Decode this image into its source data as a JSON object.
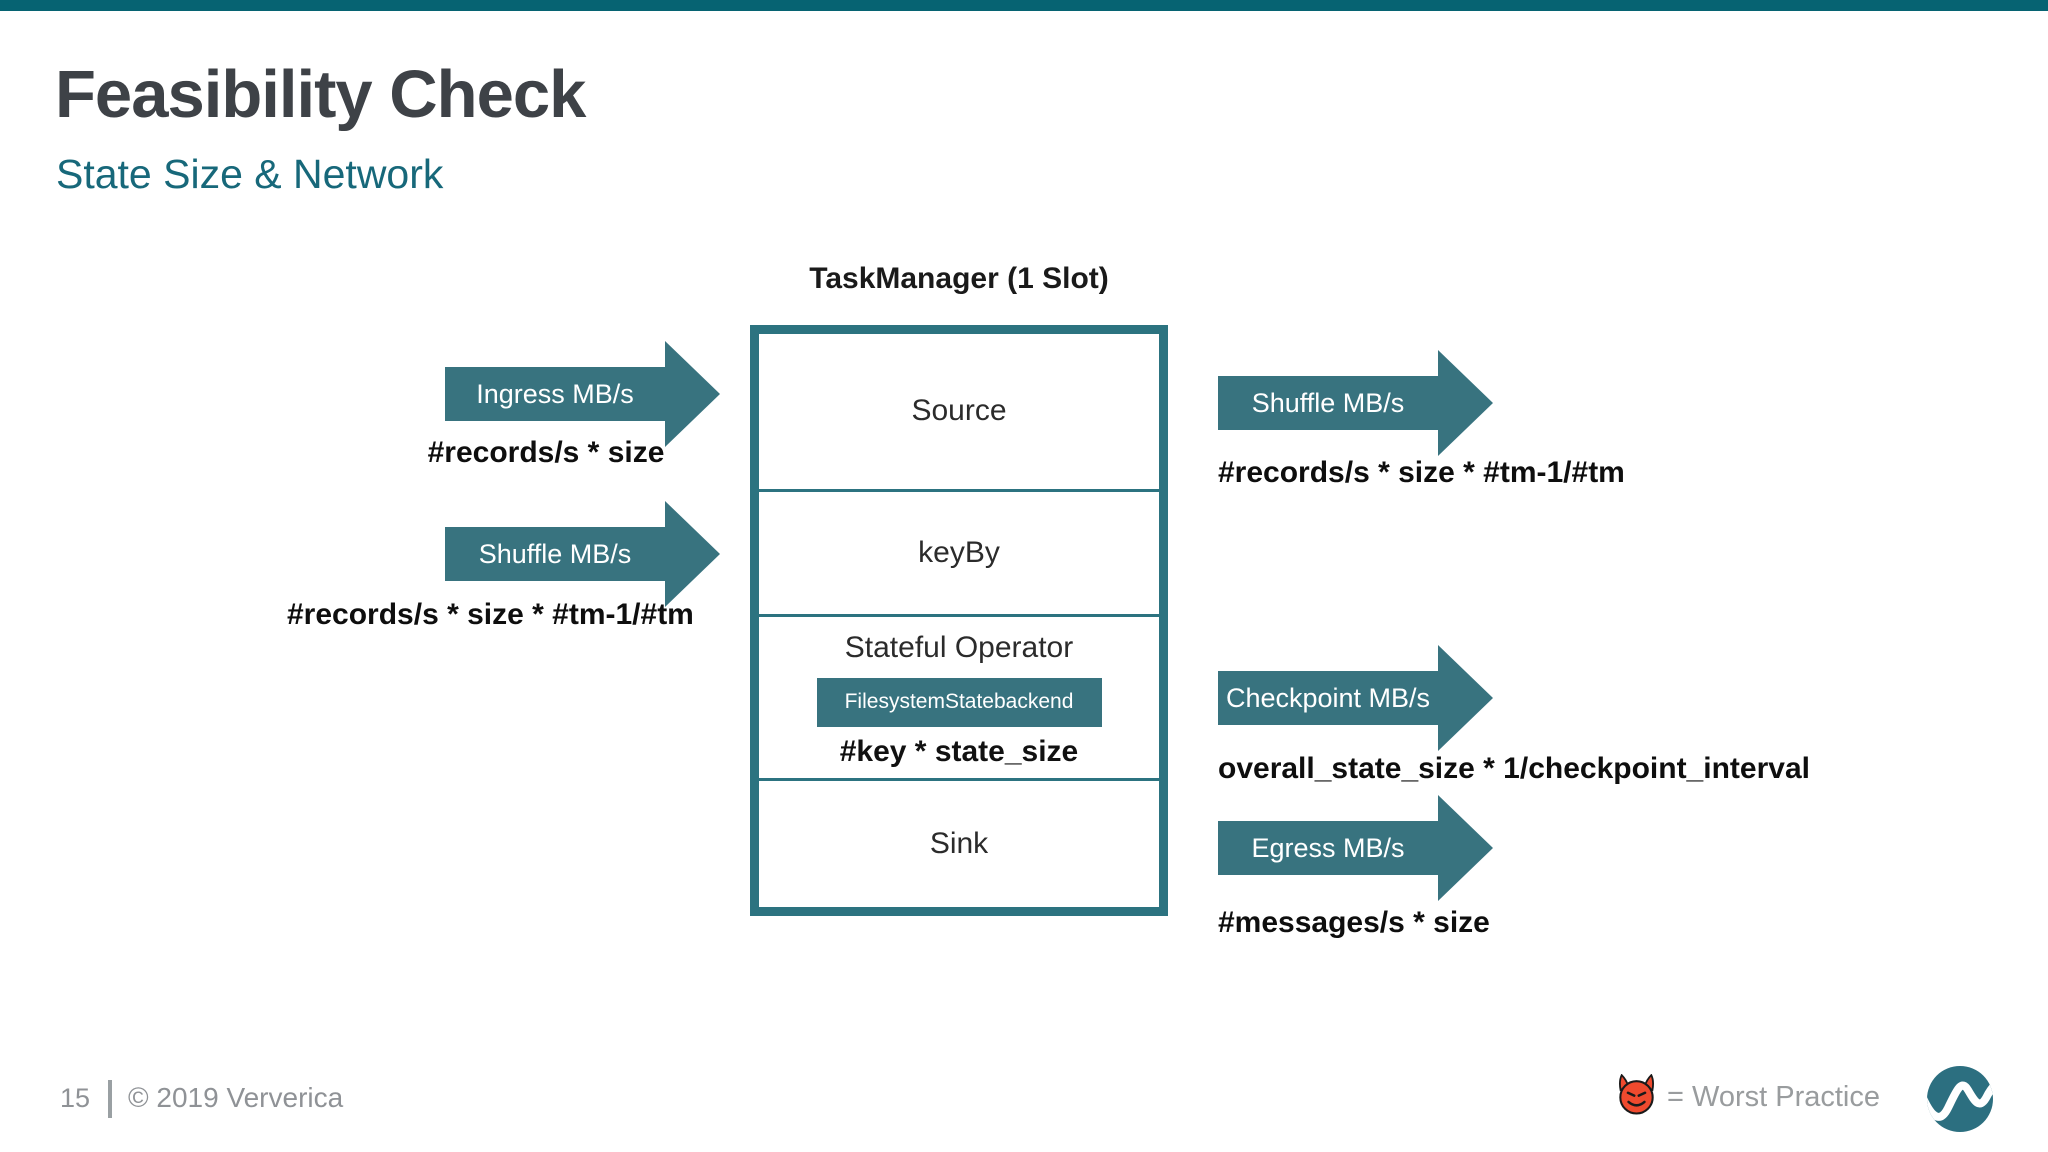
{
  "slide": {
    "title": "Feasibility Check",
    "subtitle": "State Size & Network"
  },
  "diagram": {
    "title": "TaskManager (1 Slot)",
    "sections": [
      {
        "label": "Source"
      },
      {
        "label": "keyBy"
      },
      {
        "label": "Stateful Operator",
        "badge": "FilesystemStatebackend",
        "formula": "#key * state_size"
      },
      {
        "label": "Sink"
      }
    ],
    "left_arrows": [
      {
        "label": "Ingress MB/s",
        "formula": "#records/s * size"
      },
      {
        "label": "Shuffle MB/s",
        "formula": "#records/s * size * #tm-1/#tm"
      }
    ],
    "right_arrows": [
      {
        "label": "Shuffle MB/s",
        "formula": "#records/s * size * #tm-1/#tm"
      },
      {
        "label": "Checkpoint MB/s",
        "formula": "overall_state_size * 1/checkpoint_interval"
      },
      {
        "label": "Egress MB/s",
        "formula": "#messages/s * size"
      }
    ]
  },
  "footer": {
    "page_number": "15",
    "copyright": "© 2019 Ververica",
    "legend_icon": "devil-emoji",
    "legend_text": "= Worst Practice",
    "logo_icon": "ververica-logo"
  },
  "colors": {
    "accent_teal": "#38737F",
    "top_bar_teal": "#066372",
    "border_teal": "#2C7380",
    "title_gray": "#3E4247",
    "subtitle_teal": "#17687A",
    "footer_gray": "#8F9296",
    "devil_red": "#EF4A2E"
  }
}
